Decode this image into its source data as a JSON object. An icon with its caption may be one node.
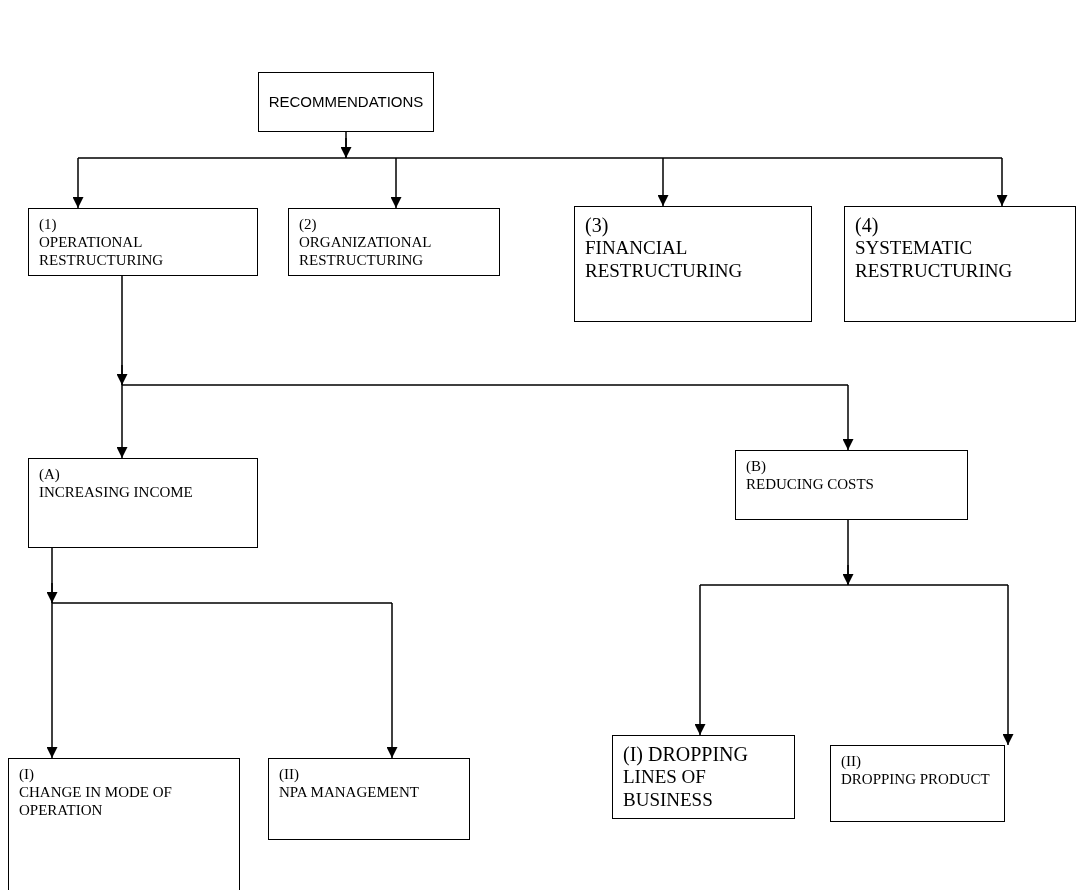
{
  "diagram": {
    "nodes": [
      {
        "text": [
          "RECOMMENDATIONS"
        ]
      },
      {
        "text": [
          "(1)",
          "OPERATIONAL RESTRUCTURING"
        ]
      },
      {
        "text": [
          "(2)",
          "ORGANIZATIONAL RESTRUCTURING"
        ]
      },
      {
        "text": [
          "(3)",
          "FINANCIAL RESTRUCTURING"
        ]
      },
      {
        "text": [
          "(4)",
          "SYSTEMATIC RESTRUCTURING"
        ]
      },
      {
        "text": [
          "(A)",
          "INCREASING INCOME"
        ]
      },
      {
        "text": [
          "(B)",
          "REDUCING COSTS"
        ]
      },
      {
        "text": [
          "(I)",
          "CHANGE IN MODE OF OPERATION"
        ]
      },
      {
        "text": [
          "(II)",
          "NPA MANAGEMENT"
        ]
      },
      {
        "text": [
          "(I) DROPPING",
          "LINES OF BUSINESS"
        ]
      },
      {
        "text": [
          "(II)",
          "DROPPING PRODUCT"
        ]
      }
    ],
    "edges": [
      {
        "from": 0,
        "to": 1,
        "arrow": "to"
      },
      {
        "from": 0,
        "to": 2,
        "arrow": "to"
      },
      {
        "from": 0,
        "to": 3,
        "arrow": "to"
      },
      {
        "from": 0,
        "to": 4,
        "arrow": "to"
      },
      {
        "from": 1,
        "to": 5,
        "arrow": "to"
      },
      {
        "from": 1,
        "to": 6,
        "arrow": "to"
      },
      {
        "from": 5,
        "to": 7,
        "arrow": "to"
      },
      {
        "from": 5,
        "to": 8,
        "arrow": "to"
      },
      {
        "from": 6,
        "to": 9,
        "arrow": "to"
      },
      {
        "from": 6,
        "to": 10,
        "arrow": "to"
      }
    ]
  }
}
